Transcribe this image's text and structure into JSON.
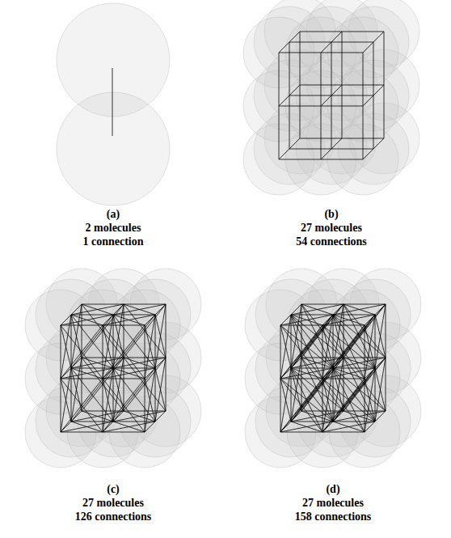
{
  "diagram": {
    "labels": [
      "(a)",
      "2 molecules",
      "1 connection",
      "(b)",
      "27 molecules",
      "54 connections",
      "(c)",
      "27 molecules",
      "126 connections",
      "(d)",
      "27 molecules",
      "158 connections"
    ]
  }
}
